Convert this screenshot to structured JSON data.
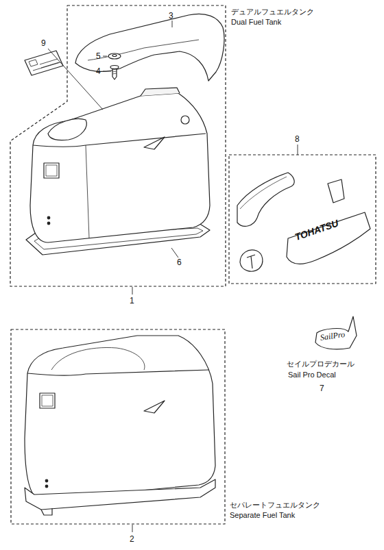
{
  "diagram": {
    "nodes": [
      {
        "text": [
          "デュアルフュエルタンク",
          "Dual Fuel Tank"
        ]
      },
      {
        "text": [
          "セパレートフュエルタンク",
          "Separate Fuel Tank"
        ]
      }
    ],
    "labels": [
      "3",
      "9",
      "5",
      "4",
      "8",
      "TOHATSU",
      "6",
      "1",
      "SailPro",
      "セイルプロデカール",
      "Sail Pro Decal",
      "7",
      "2"
    ]
  }
}
